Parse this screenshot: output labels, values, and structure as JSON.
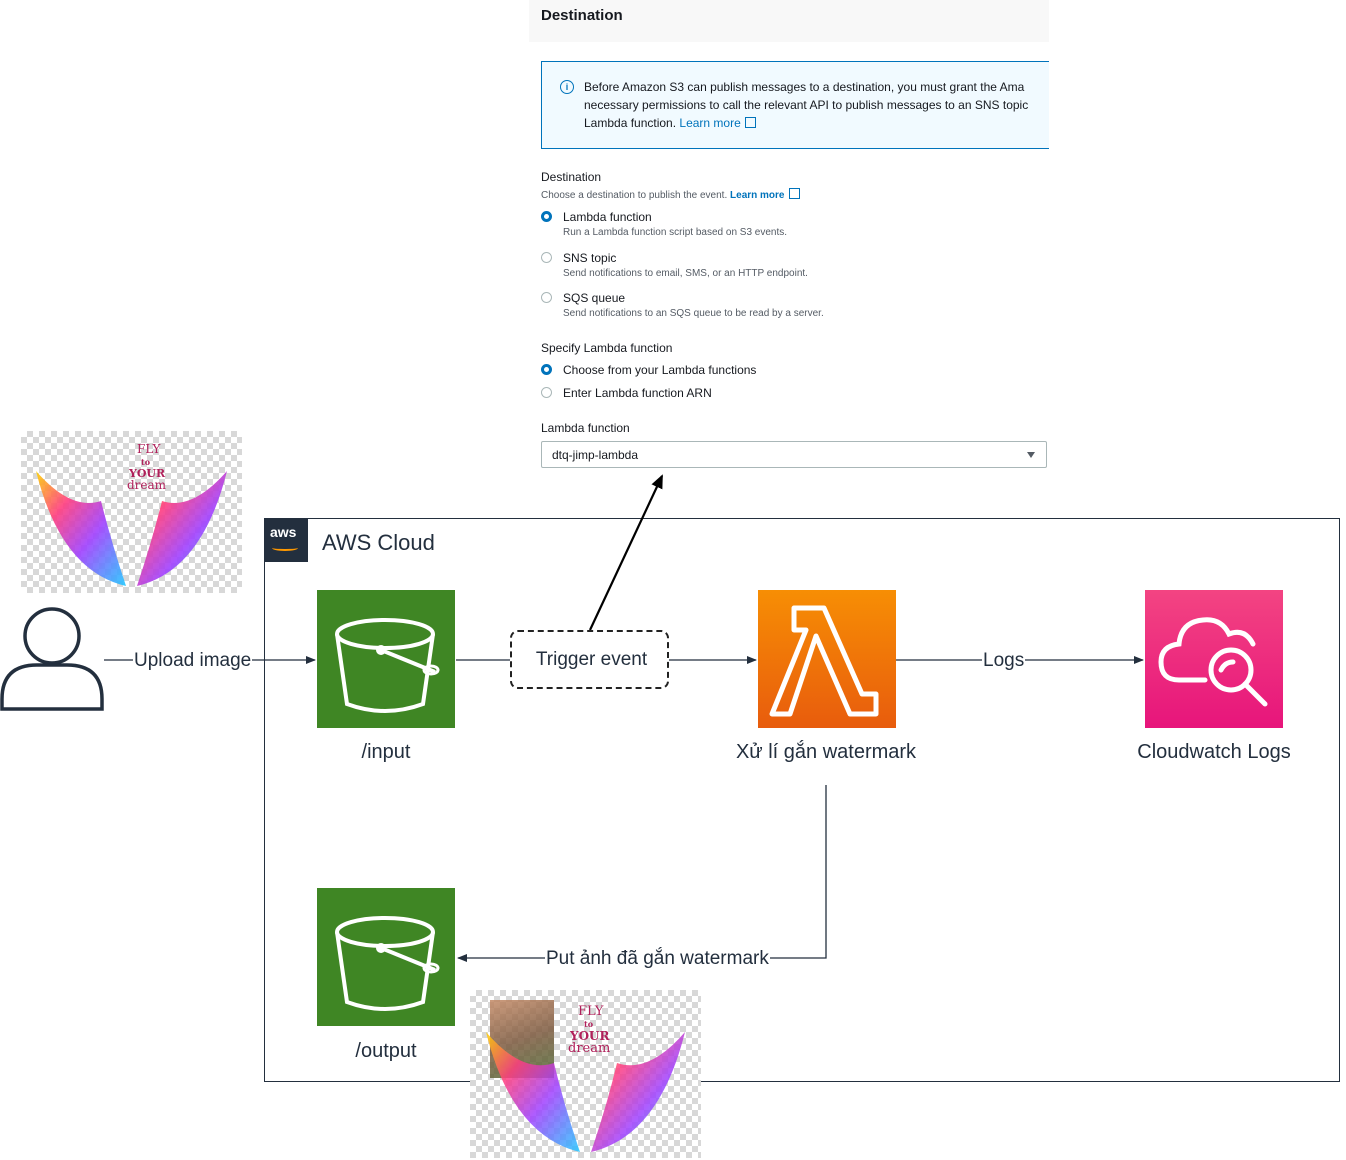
{
  "console": {
    "section_title": "Destination",
    "info": {
      "line1": "Before Amazon S3 can publish messages to a destination, you must grant the Ama",
      "line2": "necessary permissions to call the relevant API to publish messages to an SNS topic",
      "line3": "Lambda function.",
      "learn_more": "Learn more"
    },
    "destination": {
      "label": "Destination",
      "description": "Choose a destination to publish the event.",
      "learn_more": "Learn more",
      "options": [
        {
          "label": "Lambda function",
          "description": "Run a Lambda function script based on S3 events.",
          "selected": true
        },
        {
          "label": "SNS topic",
          "description": "Send notifications to email, SMS, or an HTTP endpoint.",
          "selected": false
        },
        {
          "label": "SQS queue",
          "description": "Send notifications to an SQS queue to be read by a server.",
          "selected": false
        }
      ]
    },
    "specify": {
      "label": "Specify Lambda function",
      "options": [
        {
          "label": "Choose from your Lambda functions",
          "selected": true
        },
        {
          "label": "Enter Lambda function ARN",
          "selected": false
        }
      ]
    },
    "lambda_function": {
      "label": "Lambda function",
      "value": "dtq-jimp-lambda"
    }
  },
  "diagram": {
    "cloud_badge": "aws",
    "cloud_label": "AWS Cloud",
    "nodes": {
      "input": "/input",
      "lambda": "Xử lí gắn watermark",
      "logs": "Cloudwatch Logs",
      "output": "/output"
    },
    "edges": {
      "upload": "Upload image",
      "trigger": "Trigger event",
      "logs": "Logs",
      "put": "Put ảnh đã gắn watermark"
    },
    "watermark_text": [
      "FLY",
      "to",
      "YOUR",
      "dream"
    ]
  },
  "colors": {
    "aws_dark": "#232f3e",
    "s3_green": "#3f8624",
    "lambda_orange": "#f78e04",
    "cloudwatch_pink": "#e7157b",
    "console_blue": "#0073bb"
  }
}
